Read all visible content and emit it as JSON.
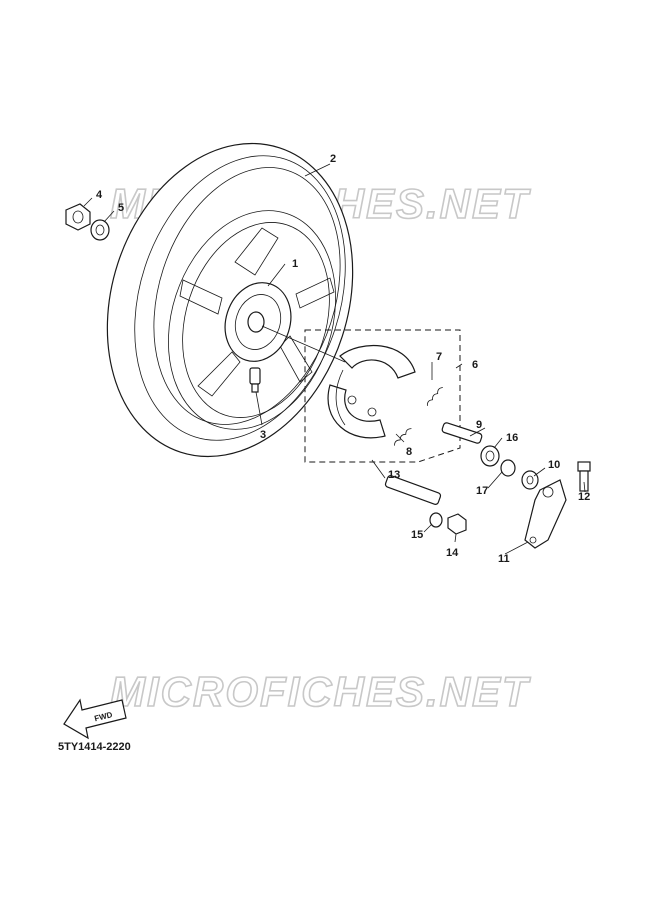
{
  "watermarks": [
    "MICROFICHES.NET",
    "MICROFICHES.NET"
  ],
  "fwd_label": "FWD",
  "diagram_code": "5TY1414-2220",
  "callouts": [
    "1",
    "2",
    "3",
    "4",
    "5",
    "6",
    "7",
    "8",
    "9",
    "10",
    "11",
    "12",
    "13",
    "14",
    "15",
    "16",
    "17"
  ]
}
